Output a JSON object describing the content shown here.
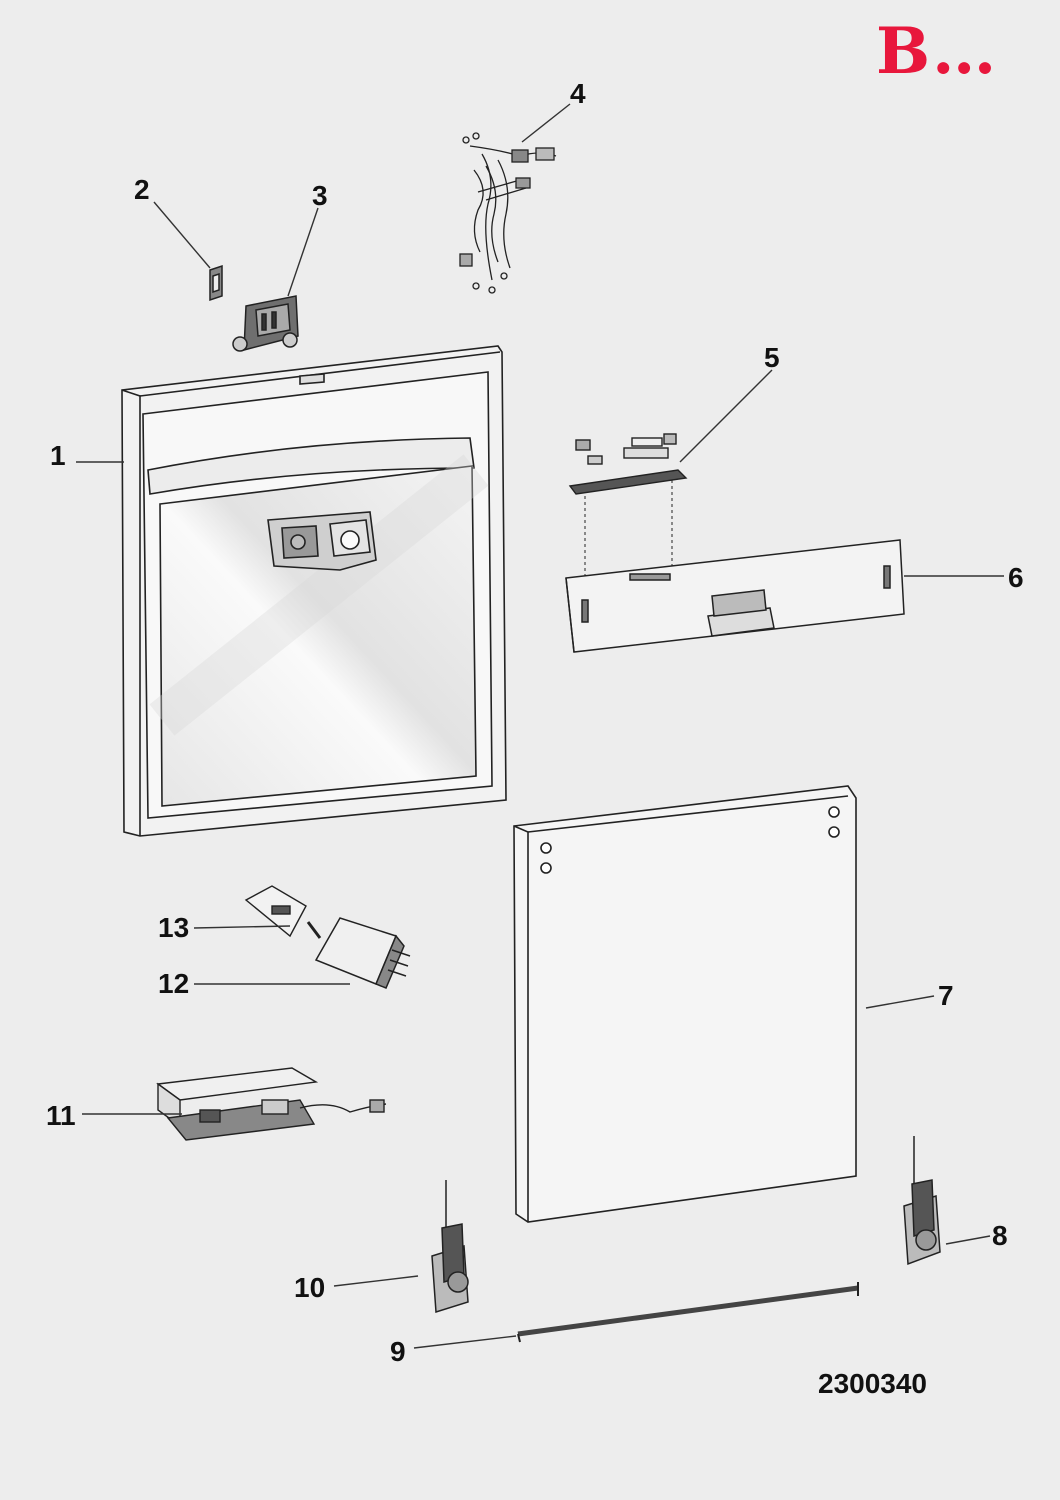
{
  "header": {
    "corner_mark": "B…"
  },
  "footer": {
    "drawing_number": "2300340"
  },
  "callouts": [
    "1",
    "2",
    "3",
    "4",
    "5",
    "6",
    "7",
    "8",
    "9",
    "10",
    "11",
    "12",
    "13"
  ],
  "colors": {
    "accent": "#e8173c",
    "line": "#222222",
    "background": "#ededed"
  }
}
